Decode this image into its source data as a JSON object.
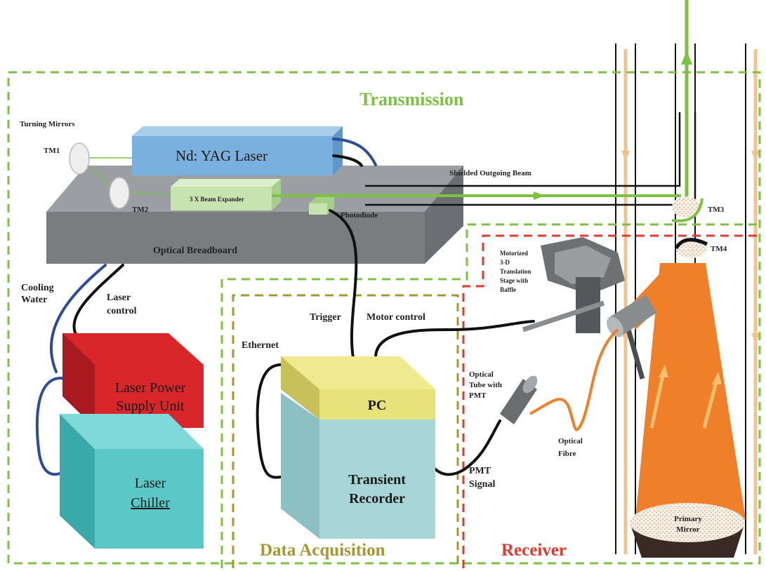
{
  "sections": {
    "transmission": "Transmission",
    "data_acquisition": "Data Acquisition",
    "receiver": "Receiver"
  },
  "components": {
    "laser": "Nd: YAG Laser",
    "beam_expander": "3 X Beam Expander",
    "breadboard": "Optical Breadboard",
    "photodiode": "Photodiode",
    "power_supply_line1": "Laser Power",
    "power_supply_line2": "Supply Unit",
    "chiller_line1": "Laser",
    "chiller_line2": "Chiller",
    "pc": "PC",
    "recorder_line1": "Transient",
    "recorder_line2": "Recorder",
    "primary_mirror_line1": "Primary",
    "primary_mirror_line2": "Mirror",
    "stage_line1": "Motorized",
    "stage_line2": "3-D",
    "stage_line3": "Translation",
    "stage_line4": "Stage with",
    "stage_line5": "Baffle",
    "pmt_tube_line1": "Optical",
    "pmt_tube_line2": "Tube with",
    "pmt_tube_line3": "PMT",
    "fibre_line1": "Optical",
    "fibre_line2": "Fibre"
  },
  "labels": {
    "turning_mirrors": "Turning Mirrors",
    "tm1": "TM1",
    "tm2": "TM2",
    "tm3": "TM3",
    "tm4": "TM4",
    "shielded_beam": "Shielded Outgoing Beam",
    "cooling_line1": "Cooling",
    "cooling_line2": "Water",
    "laser_control_line1": "Laser",
    "laser_control_line2": "control",
    "trigger": "Trigger",
    "motor_control": "Motor control",
    "ethernet": "Ethernet",
    "pmt_signal_line1": "PMT",
    "pmt_signal_line2": "Signal"
  },
  "colors": {
    "transmission": "#7dc142",
    "data_acquisition": "#a8962e",
    "receiver": "#e03a2f",
    "laser": "#7ab0dd",
    "power_supply": "#d9262a",
    "chiller": "#5cc7c7",
    "pc": "#e8e27a",
    "recorder": "#a8d6d8",
    "beam": "#7dc142",
    "return_light": "#f2c48d",
    "cone": "#f07f2a"
  }
}
